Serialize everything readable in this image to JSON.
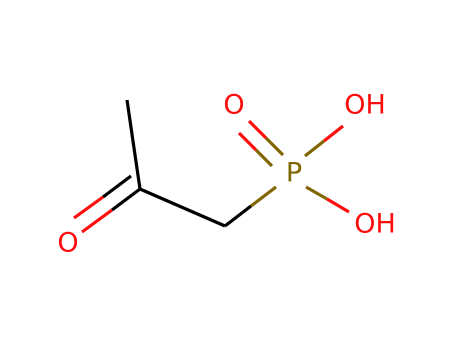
{
  "molecule": {
    "atoms": [
      {
        "id": "c_methyl",
        "element": "C",
        "label": ""
      },
      {
        "id": "c_carbonyl",
        "element": "C",
        "label": ""
      },
      {
        "id": "o_ketone",
        "element": "O",
        "label": "O"
      },
      {
        "id": "c_methylene",
        "element": "C",
        "label": ""
      },
      {
        "id": "p",
        "element": "P",
        "label": "P"
      },
      {
        "id": "o_phosphoryl",
        "element": "O",
        "label": "O"
      },
      {
        "id": "oh_upper",
        "element": "O",
        "label": "OH"
      },
      {
        "id": "oh_lower",
        "element": "O",
        "label": "OH"
      }
    ],
    "bonds": [
      {
        "from": "c_methyl",
        "to": "c_carbonyl",
        "order": 1
      },
      {
        "from": "c_carbonyl",
        "to": "o_ketone",
        "order": 2
      },
      {
        "from": "c_carbonyl",
        "to": "c_methylene",
        "order": 1
      },
      {
        "from": "c_methylene",
        "to": "p",
        "order": 1
      },
      {
        "from": "p",
        "to": "o_phosphoryl",
        "order": 2
      },
      {
        "from": "p",
        "to": "oh_upper",
        "order": 1
      },
      {
        "from": "p",
        "to": "oh_lower",
        "order": 1
      }
    ],
    "colors": {
      "carbon": "#000000",
      "oxygen": "#ff0d0d",
      "phosphorus": "#806600"
    }
  }
}
